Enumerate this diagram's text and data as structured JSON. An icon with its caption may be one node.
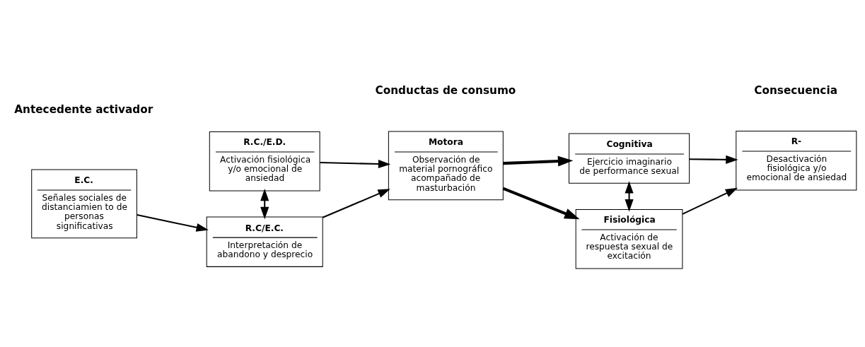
{
  "diagram": {
    "nodes": [
      {
        "text": [
          "E.C.",
          "Señales sociales de distanciamien to de personas significativas"
        ]
      },
      {
        "text": [
          "R.C/E.C.",
          "Interpretación de abandono y desprecio"
        ]
      },
      {
        "text": [
          "R.C./E.D.",
          "Activación fisiológica y/o emocional de ansiedad"
        ]
      },
      {
        "text": [
          "Motora",
          "Observación de material pornográfico acompañado de masturbación"
        ]
      },
      {
        "text": [
          "Cognitiva",
          "Ejercicio imaginario de performance sexual"
        ]
      },
      {
        "text": [
          "Fisiológica",
          "Activación de respuesta sexual de excitación"
        ]
      },
      {
        "text": [
          "R-",
          "Desactivación fisiológica y/o emocional de ansiedad"
        ]
      }
    ],
    "edges": [
      {
        "from": 0,
        "to": 1,
        "arrow": "to"
      },
      {
        "from": 1,
        "to": 2,
        "arrow": "both"
      },
      {
        "from": 1,
        "to": 3,
        "arrow": "to"
      },
      {
        "from": 2,
        "to": 3,
        "arrow": "to"
      },
      {
        "from": 3,
        "to": 4,
        "arrow": "to",
        "style": "thick"
      },
      {
        "from": 3,
        "to": 5,
        "arrow": "to",
        "style": "thick"
      },
      {
        "from": 4,
        "to": 5,
        "arrow": "both"
      },
      {
        "from": 4,
        "to": 6,
        "arrow": "to"
      },
      {
        "from": 5,
        "to": 6,
        "arrow": "to"
      }
    ],
    "labels": [
      "Antecedente activador",
      "Conductas de consumo",
      "Consecuencia"
    ]
  }
}
